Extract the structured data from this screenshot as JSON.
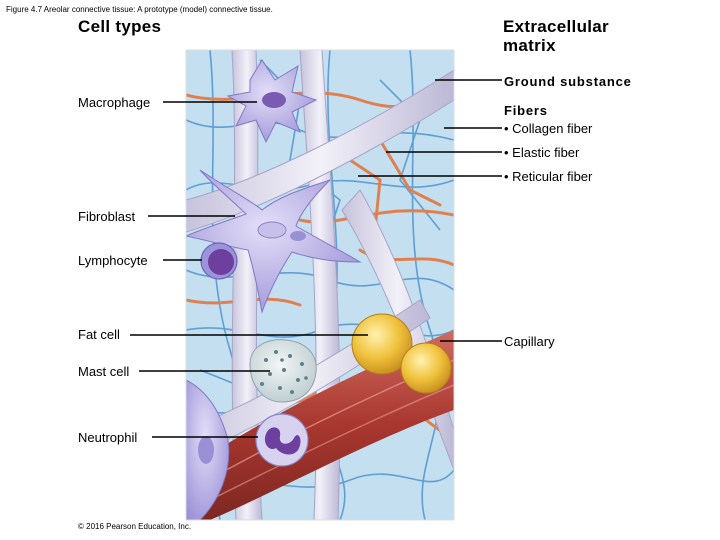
{
  "caption": "Figure 4.7 Areolar connective tissue: A prototype (model) connective tissue.",
  "cell_types_heading": "Cell types",
  "matrix_heading": [
    "Extracellular",
    "matrix"
  ],
  "cell_labels": {
    "macrophage": "Macrophage",
    "fibroblast": "Fibroblast",
    "lymphocyte": "Lymphocyte",
    "fat_cell": "Fat cell",
    "mast_cell": "Mast cell",
    "neutrophil": "Neutrophil"
  },
  "matrix_labels": {
    "ground_substance": "Ground substance",
    "fibers": "Fibers",
    "collagen": "• Collagen fiber",
    "elastic": "• Elastic fiber",
    "reticular": "• Reticular fiber",
    "capillary": "Capillary"
  },
  "copyright": "© 2016 Pearson Education, Inc.",
  "colors": {
    "ground": "#c9e3f3",
    "collagen": "#e4e2f0",
    "elastic": "#e0804f",
    "reticular": "#4f93cf",
    "cell": "#b5aee3",
    "fat": "#f0c23c",
    "capillary": "#b3433a"
  }
}
